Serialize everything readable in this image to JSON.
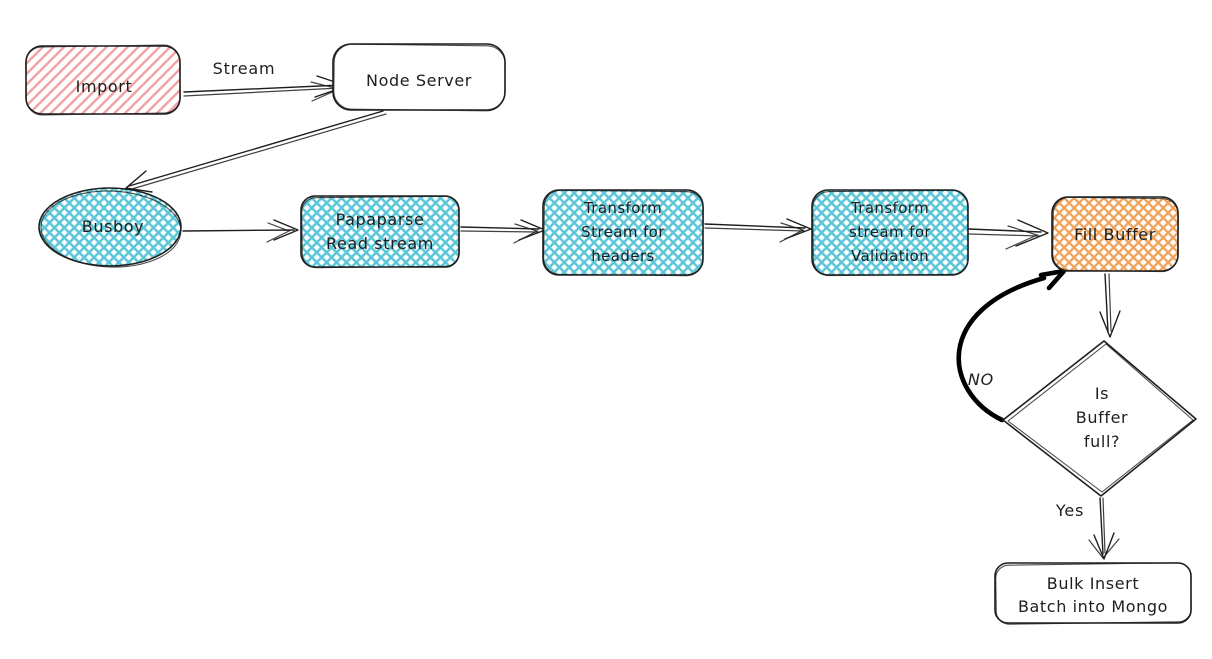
{
  "diagram": {
    "background_color": "#ffffff",
    "stroke_color": "#1e1e1e",
    "fill_colors": {
      "red_hachure": "#f0a0a0",
      "cyan_crosshatch": "#5ac6d7",
      "orange_crosshatch": "#f0a258"
    },
    "nodes": {
      "import": {
        "label": "Import",
        "shape": "rounded-rect",
        "fill": "red-hachure"
      },
      "node_server": {
        "label": "Node Server",
        "shape": "rounded-rect",
        "fill": "white"
      },
      "busboy": {
        "label": "Busboy",
        "shape": "ellipse",
        "fill": "cyan-crosshatch"
      },
      "papaparse": {
        "lines": [
          "Papaparse",
          "Read stream"
        ],
        "shape": "rounded-rect",
        "fill": "cyan-crosshatch"
      },
      "transform_headers": {
        "lines": [
          "Transform",
          "Stream for",
          "headers"
        ],
        "shape": "rounded-rect",
        "fill": "cyan-crosshatch"
      },
      "transform_validation": {
        "lines": [
          "Transform",
          "stream for",
          "Validation"
        ],
        "shape": "rounded-rect",
        "fill": "cyan-crosshatch"
      },
      "fill_buffer": {
        "label": "Fill Buffer",
        "shape": "rounded-rect",
        "fill": "orange-crosshatch"
      },
      "is_buffer_full": {
        "lines": [
          "Is",
          "Buffer",
          "full?"
        ],
        "shape": "diamond",
        "fill": "white"
      },
      "bulk_insert": {
        "lines": [
          "Bulk Insert",
          "Batch into Mongo"
        ],
        "shape": "rounded-rect",
        "fill": "white"
      }
    },
    "edge_labels": {
      "stream": "Stream",
      "no": "NO",
      "yes": "Yes"
    }
  }
}
